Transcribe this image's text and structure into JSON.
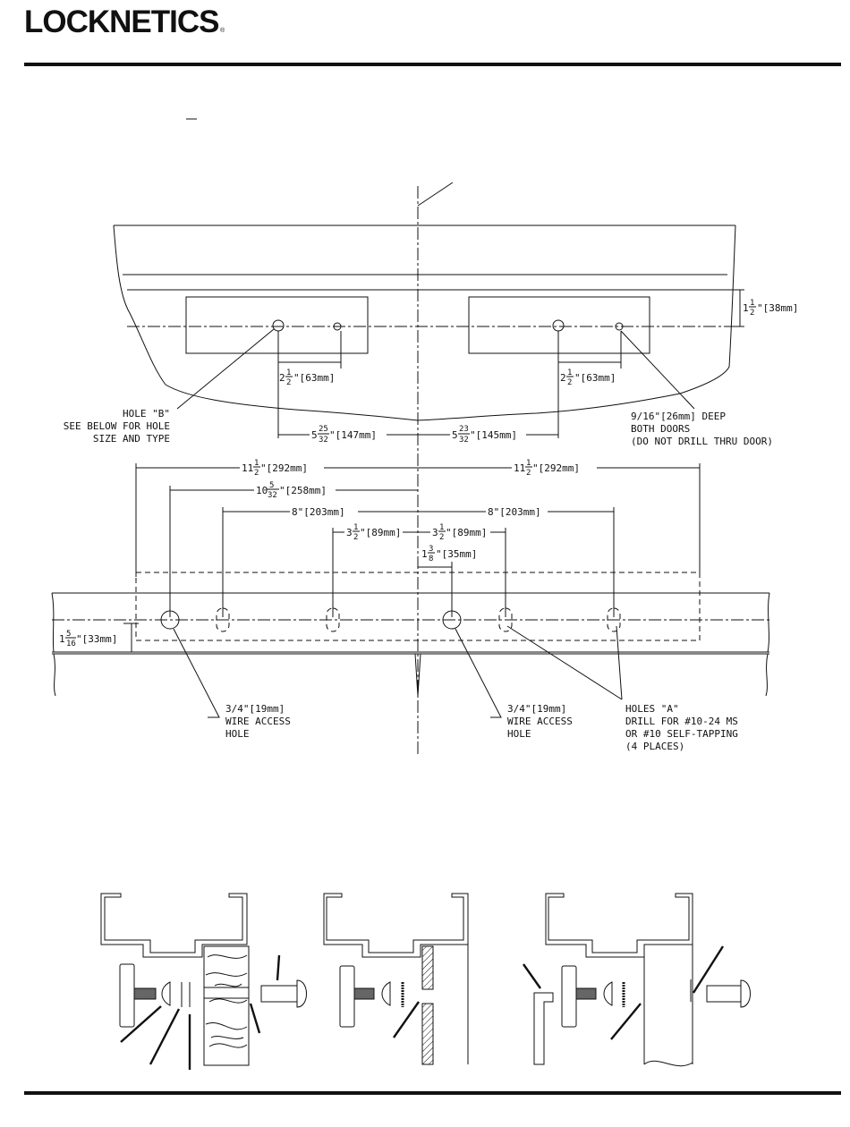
{
  "header": {
    "brand": "LOCKNETICS",
    "trademark": "®"
  },
  "dimensions": {
    "top_right_height": {
      "whole": "1",
      "num": "1",
      "den": "2",
      "mm": "\"[38mm]"
    },
    "left_spacing": {
      "whole": "2",
      "num": "1",
      "den": "2",
      "mm": "\"[63mm]"
    },
    "right_spacing": {
      "whole": "2",
      "num": "1",
      "den": "2",
      "mm": "\"[63mm]"
    },
    "left_offset": {
      "whole": "5",
      "num": "25",
      "den": "32",
      "mm": "\"[147mm]"
    },
    "right_offset": {
      "whole": "5",
      "num": "23",
      "den": "32",
      "mm": "\"[145mm]"
    },
    "left_outer": {
      "whole": "11",
      "num": "1",
      "den": "2",
      "mm": "\"[292mm]"
    },
    "right_outer": {
      "whole": "11",
      "num": "1",
      "den": "2",
      "mm": "\"[292mm]"
    },
    "left_wire": {
      "whole": "10",
      "num": "5",
      "den": "32",
      "mm": "\"[258mm]"
    },
    "left_8": "8\"[203mm]",
    "right_8": "8\"[203mm]",
    "left_inner": {
      "whole": "3",
      "num": "1",
      "den": "2",
      "mm": "\"[89mm]"
    },
    "right_inner": {
      "whole": "3",
      "num": "1",
      "den": "2",
      "mm": "\"[89mm]"
    },
    "center_wire": {
      "whole": "1",
      "num": "3",
      "den": "8",
      "mm": "\"[35mm]"
    },
    "frame_height": {
      "whole": "1",
      "num": "5",
      "den": "16",
      "mm": "\"[33mm]"
    }
  },
  "notes": {
    "hole_b": [
      "HOLE \"B\"",
      "SEE BELOW FOR HOLE",
      "SIZE AND TYPE"
    ],
    "deep": [
      "9/16\"[26mm] DEEP",
      "BOTH DOORS",
      "(DO NOT DRILL THRU DOOR)"
    ],
    "wire_left": [
      "3/4\"[19mm]",
      "WIRE ACCESS",
      "HOLE"
    ],
    "wire_right": [
      "3/4\"[19mm]",
      "WIRE ACCESS",
      "HOLE"
    ],
    "holes_a": [
      "HOLES \"A\"",
      "DRILL FOR #10-24 MS",
      "OR #10 SELF-TAPPING",
      "(4 PLACES)"
    ]
  }
}
